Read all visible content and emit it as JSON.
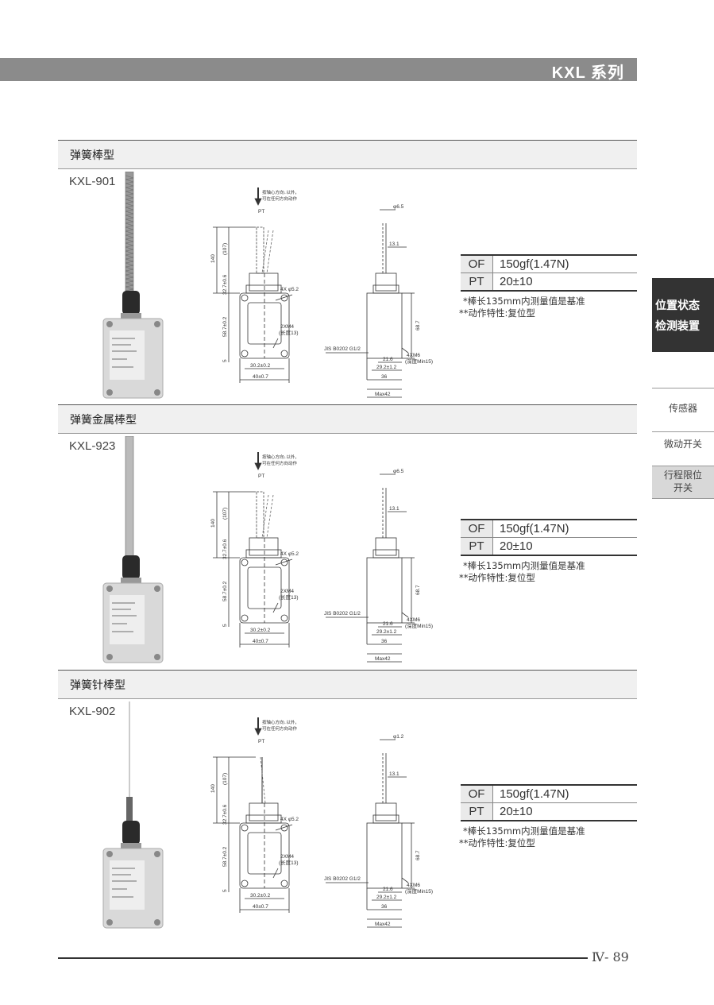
{
  "header": {
    "series_title": "KXL 系列"
  },
  "side_tabs": {
    "active": [
      "位置状态",
      "检测装置"
    ],
    "items": [
      "传感器",
      "微动开关",
      "行程限位开关"
    ]
  },
  "drawing_labels": {
    "note": [
      "按轴心方向↓以外，",
      "可在任何方向动作"
    ],
    "pt": "PT",
    "total": "140",
    "rod": "(107)",
    "head": "32.7±0.6",
    "body": "58.7±0.2",
    "base": "5",
    "holes": "4X φ5.2",
    "m4": "2XM4",
    "m4_depth": "(长度13)",
    "w1": "30.2±0.2",
    "w2": "40±0.7",
    "offset": "13.1",
    "height": "68.7",
    "conduit": "JIS B0202 G1/2",
    "m6": "4XM6",
    "m6_depth": "(深度Min15)",
    "d1": "21.6",
    "d2": "29.2±1.2",
    "d3": "36",
    "d4": "Max42"
  },
  "products": [
    {
      "section_title": "弹簧棒型",
      "model": "KXL-901",
      "rod_dia": "φ6.5",
      "specs": [
        {
          "key": "OF",
          "value": "150gf(1.47N)"
        },
        {
          "key": "PT",
          "value": "20±10"
        }
      ],
      "notes": [
        "*棒长135mm内测量值是基准",
        "**动作特性:复位型"
      ]
    },
    {
      "section_title": "弹簧金属棒型",
      "model": "KXL-923",
      "rod_dia": "φ6.5",
      "specs": [
        {
          "key": "OF",
          "value": "150gf(1.47N)"
        },
        {
          "key": "PT",
          "value": "20±10"
        }
      ],
      "notes": [
        "*棒长135mm内测量值是基准",
        "**动作特性:复位型"
      ]
    },
    {
      "section_title": "弹簧针棒型",
      "model": "KXL-902",
      "rod_dia": "φ1.2",
      "specs": [
        {
          "key": "OF",
          "value": "150gf(1.47N)"
        },
        {
          "key": "PT",
          "value": "20±10"
        }
      ],
      "notes": [
        "*棒长135mm内测量值是基准",
        "**动作特性:复位型"
      ]
    }
  ],
  "footer": {
    "page_number": "Ⅳ- 89"
  }
}
